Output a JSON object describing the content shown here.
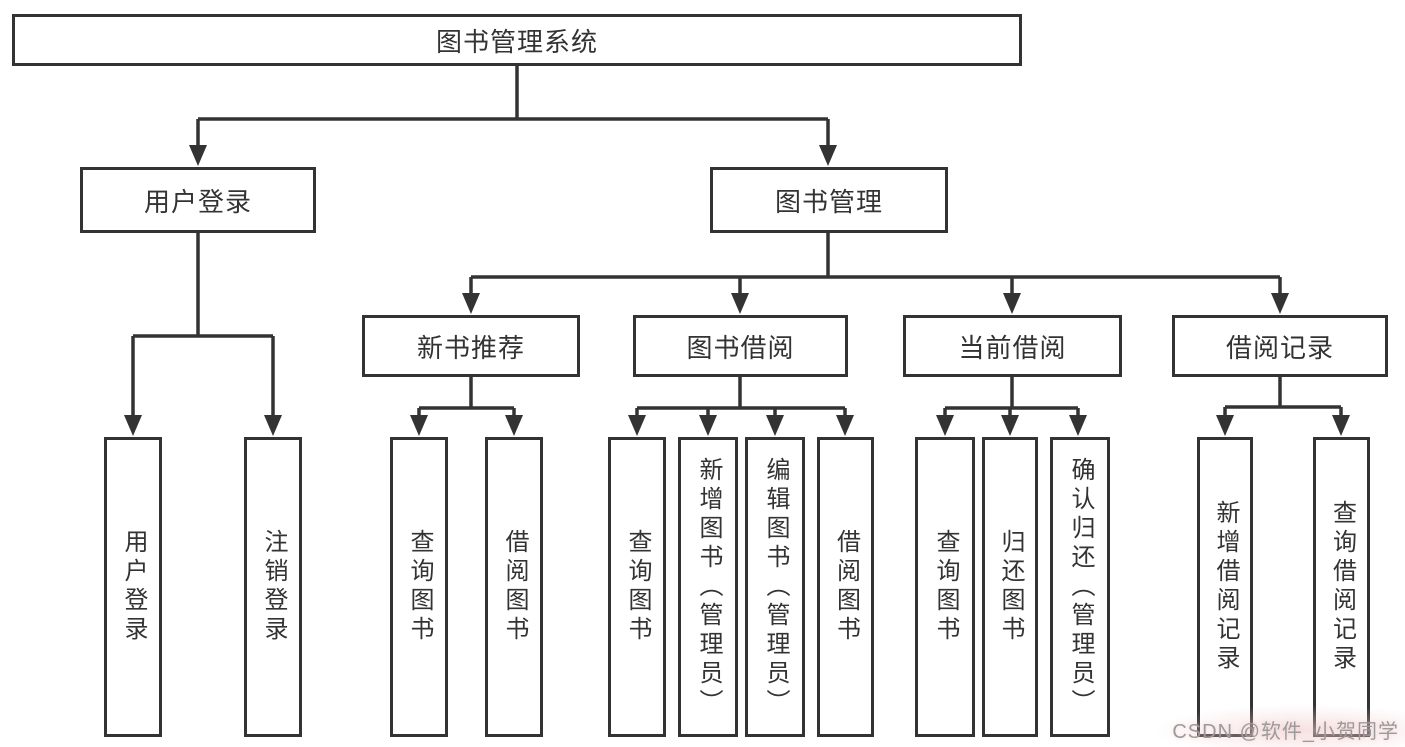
{
  "diagram_title": "图书管理系统",
  "nodes": {
    "root": "图书管理系统",
    "user_login": "用户登录",
    "book_mgmt": "图书管理",
    "new_book_rec": "新书推荐",
    "book_borrow": "图书借阅",
    "current_borrow": "当前借阅",
    "borrow_records": "借阅记录",
    "user_login_leaf": "用户登录",
    "logout_leaf": "注销登录",
    "rec_query_books": "查询图书",
    "rec_borrow_books": "借阅图书",
    "borrow_query_books": "查询图书",
    "borrow_add_books": "新增图书（管理员）",
    "borrow_edit_books": "编辑图书（管理员）",
    "borrow_borrow_books": "借阅图书",
    "current_query_books": "查询图书",
    "current_return_books": "归还图书",
    "current_confirm_return": "确认归还（管理员）",
    "records_add_record": "新增借阅记录",
    "records_query_record": "查询借阅记录"
  },
  "edges": [
    {
      "from": "root",
      "to": "user_login"
    },
    {
      "from": "root",
      "to": "book_mgmt"
    },
    {
      "from": "user_login",
      "to": "user_login_leaf"
    },
    {
      "from": "user_login",
      "to": "logout_leaf"
    },
    {
      "from": "book_mgmt",
      "to": "new_book_rec"
    },
    {
      "from": "book_mgmt",
      "to": "book_borrow"
    },
    {
      "from": "book_mgmt",
      "to": "current_borrow"
    },
    {
      "from": "book_mgmt",
      "to": "borrow_records"
    },
    {
      "from": "new_book_rec",
      "to": "rec_query_books"
    },
    {
      "from": "new_book_rec",
      "to": "rec_borrow_books"
    },
    {
      "from": "book_borrow",
      "to": "borrow_query_books"
    },
    {
      "from": "book_borrow",
      "to": "borrow_add_books"
    },
    {
      "from": "book_borrow",
      "to": "borrow_edit_books"
    },
    {
      "from": "book_borrow",
      "to": "borrow_borrow_books"
    },
    {
      "from": "current_borrow",
      "to": "current_query_books"
    },
    {
      "from": "current_borrow",
      "to": "current_return_books"
    },
    {
      "from": "current_borrow",
      "to": "current_confirm_return"
    },
    {
      "from": "borrow_records",
      "to": "records_add_record"
    },
    {
      "from": "borrow_records",
      "to": "records_query_record"
    }
  ],
  "watermark": {
    "text": "CSDN @软件_小贺同学"
  },
  "colors": {
    "line": "#333333",
    "text": "#333333",
    "box_background": "#ffffff",
    "watermark_text": "#9b9b9b",
    "watermark_glow": "#f2c9c9"
  }
}
